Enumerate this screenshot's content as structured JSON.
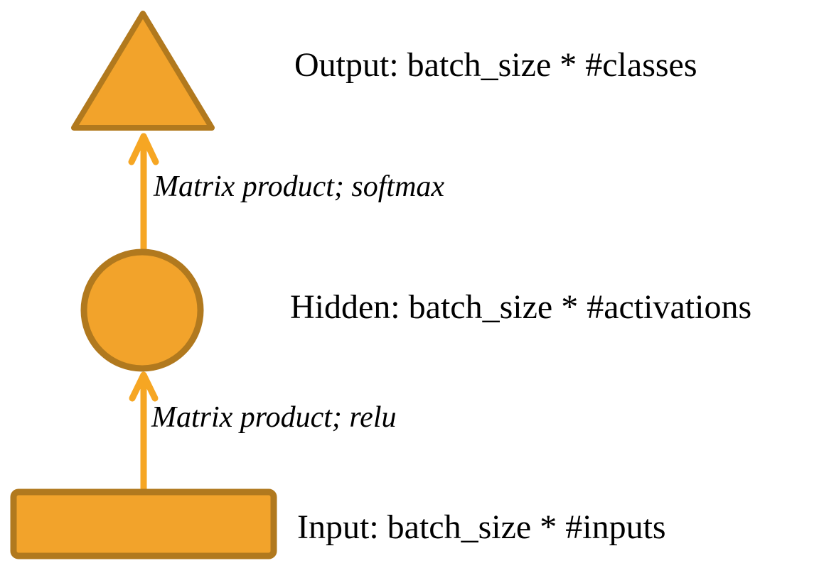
{
  "diagram": {
    "background": "#FFFFFF",
    "colors": {
      "node_fill": "#F2A32B",
      "node_stroke": "#B1791E",
      "arrow": "#F6A623",
      "text": "#000000"
    },
    "nodes": [
      {
        "id": "output",
        "shape": "triangle",
        "label": "Output: batch_size * #classes"
      },
      {
        "id": "hidden",
        "shape": "circle",
        "label": "Hidden: batch_size * #activations"
      },
      {
        "id": "input",
        "shape": "rectangle",
        "label": "Input: batch_size * #inputs"
      }
    ],
    "edges": [
      {
        "from": "hidden",
        "to": "output",
        "label": "Matrix product; softmax"
      },
      {
        "from": "input",
        "to": "hidden",
        "label": "Matrix product; relu"
      }
    ]
  }
}
